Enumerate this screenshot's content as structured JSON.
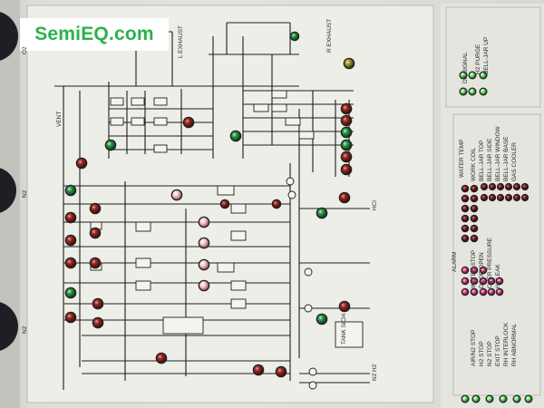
{
  "logo": {
    "text": "SemiEQ.com"
  },
  "left_edge_labels": [
    "O2",
    "N2",
    "N2"
  ],
  "diagram_labels": {
    "l_exhaust": "L EXHAUST",
    "r_exhaust": "R EXHAUST",
    "vent": "VENT",
    "hcl": "HCl",
    "n2": "N2",
    "h2": "H2",
    "tank_label": "TANK SiCl4"
  },
  "dk_signal": {
    "title": "DK SIGNAL",
    "items": [
      "H2 PURGE",
      "BELL-JAR UP"
    ]
  },
  "water_temp": {
    "title": "WATER TEMP",
    "items": [
      "WORK COIL",
      "BELL-JAR TOP",
      "BELL-JAR SIDE",
      "BELL-JAR WINDOW",
      "BELL-JAR BASE",
      "GAS COOLER"
    ]
  },
  "alarm": {
    "title": "ALARM",
    "items": [
      "WATER STOP",
      "DOOR OPEN",
      "OVER PRESSURE",
      "H2 LEAK",
      "AIR/N2 STOP",
      "H2 STOP",
      "N2 STOP",
      "EXIT STOP",
      "RH INTERLOCK",
      "RH ABNORMAL"
    ]
  },
  "colors": {
    "panel": "#e9eae4",
    "line": "#1e1e1e",
    "lamp_red": "#7a1f1a",
    "lamp_green": "#1f7a3a",
    "logo_green": "#2bb24a"
  }
}
